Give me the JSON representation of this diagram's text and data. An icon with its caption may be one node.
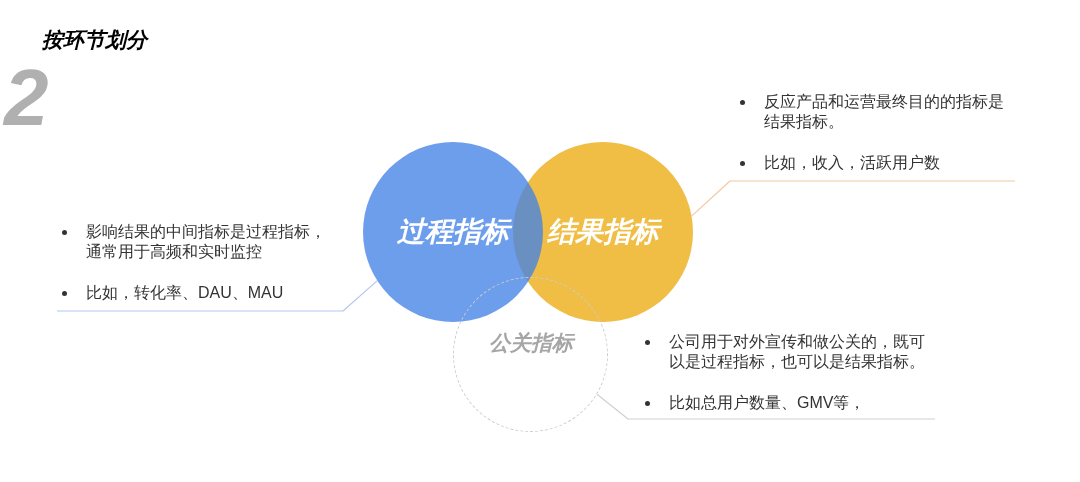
{
  "diagram": {
    "title": "按环节划分",
    "nodes": [
      {
        "text": [
          "过程指标"
        ]
      },
      {
        "text": [
          "结果指标"
        ]
      },
      {
        "text": [
          "公关指标"
        ]
      },
      {
        "text": [
          "影响结果的中间指标是过程指标，通常用于高频和实时监控",
          "比如，转化率、DAU、MAU"
        ]
      },
      {
        "text": [
          "反应产品和运营最终目的的指标是结果指标。",
          "比如，收入，活跃用户数"
        ]
      },
      {
        "text": [
          "公司用于对外宣传和做公关的，既可以是过程指标，也可以是结果指标。",
          "比如总用户数量、GMV等，"
        ]
      }
    ],
    "edges": [
      {
        "from": 3,
        "to": 0,
        "arrow": "none",
        "color": "#b4c7ef"
      },
      {
        "from": 4,
        "to": 1,
        "arrow": "none",
        "color": "#f2c8a2"
      },
      {
        "from": 5,
        "to": 2,
        "arrow": "none",
        "color": "#d0d0d0"
      }
    ],
    "labels": [
      "2"
    ]
  }
}
